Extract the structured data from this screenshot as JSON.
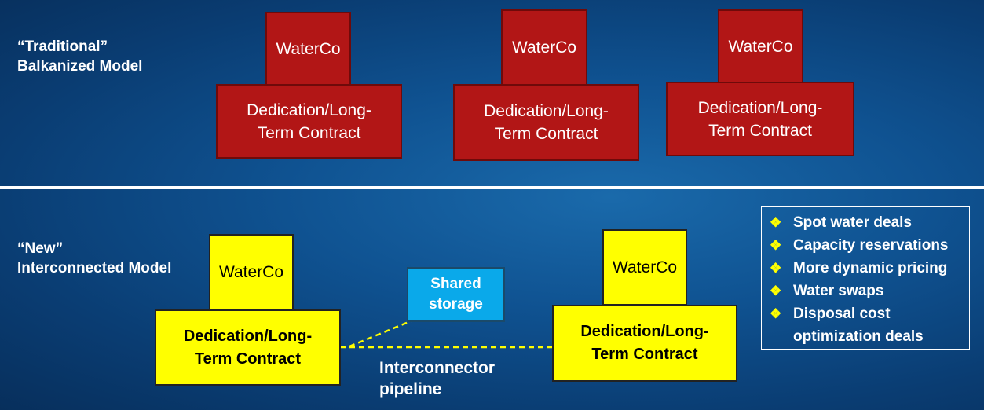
{
  "traditional": {
    "label_line1": "“Traditional”",
    "label_line2": "Balkanized Model",
    "groups": [
      {
        "top": "WaterCo",
        "bottom_line1": "Dedication/Long-",
        "bottom_line2": "Term Contract"
      },
      {
        "top": "WaterCo",
        "bottom_line1": "Dedication/Long-",
        "bottom_line2": "Term Contract"
      },
      {
        "top": "WaterCo",
        "bottom_line1": "Dedication/Long-",
        "bottom_line2": "Term Contract"
      }
    ]
  },
  "interconnected": {
    "label_line1": "“New”",
    "label_line2": "Interconnected Model",
    "groups": [
      {
        "top": "WaterCo",
        "bottom_line1": "Dedication/Long-",
        "bottom_line2": "Term Contract"
      },
      {
        "top": "WaterCo",
        "bottom_line1": "Dedication/Long-",
        "bottom_line2": "Term Contract"
      }
    ],
    "storage_line1": "Shared",
    "storage_line2": "storage",
    "pipeline_line1": "Interconnector",
    "pipeline_line2": "pipeline"
  },
  "benefits": [
    {
      "line1": "Spot water deals"
    },
    {
      "line1": "Capacity reservations"
    },
    {
      "line1": "More dynamic pricing"
    },
    {
      "line1": "Water swaps"
    },
    {
      "line1": "Disposal cost",
      "line2": "optimization deals"
    }
  ],
  "bullet_icon": "diamond-cluster-icon",
  "colors": {
    "traditional_box": "#b21616",
    "interconnected_box": "#ffff00",
    "storage_box": "#0aa9ea",
    "connector_line": "#ffff00",
    "bullet": "#ffff00"
  }
}
